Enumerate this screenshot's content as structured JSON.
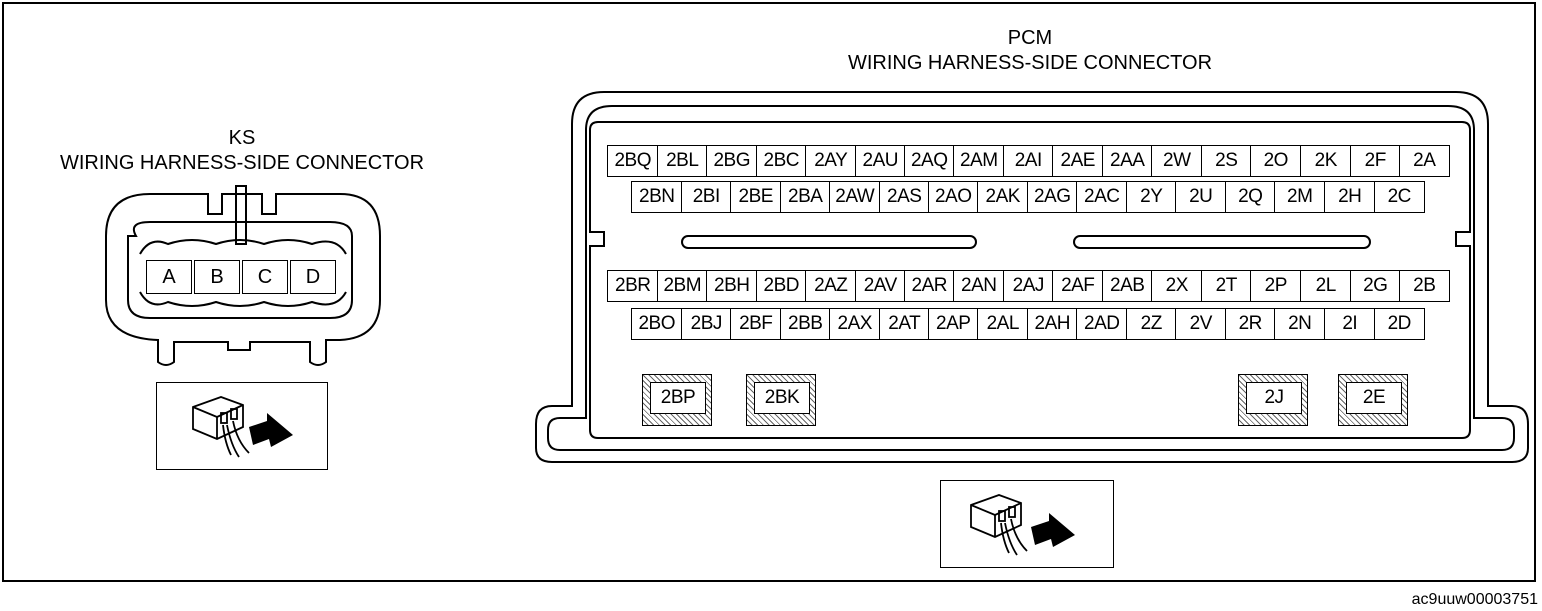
{
  "ks": {
    "title_line1": "KS",
    "title_line2": "WIRING HARNESS-SIDE CONNECTOR",
    "terminals": [
      "A",
      "B",
      "C",
      "D"
    ]
  },
  "pcm": {
    "title_line1": "PCM",
    "title_line2": "WIRING HARNESS-SIDE CONNECTOR",
    "upper_row1": [
      "2BQ",
      "2BL",
      "2BG",
      "2BC",
      "2AY",
      "2AU",
      "2AQ",
      "2AM",
      "2AI",
      "2AE",
      "2AA",
      "2W",
      "2S",
      "2O",
      "2K",
      "2F",
      "2A"
    ],
    "upper_row2": [
      "2BN",
      "2BI",
      "2BE",
      "2BA",
      "2AW",
      "2AS",
      "2AO",
      "2AK",
      "2AG",
      "2AC",
      "2Y",
      "2U",
      "2Q",
      "2M",
      "2H",
      "2C"
    ],
    "lower_row1": [
      "2BR",
      "2BM",
      "2BH",
      "2BD",
      "2AZ",
      "2AV",
      "2AR",
      "2AN",
      "2AJ",
      "2AF",
      "2AB",
      "2X",
      "2T",
      "2P",
      "2L",
      "2G",
      "2B"
    ],
    "lower_row2": [
      "2BO",
      "2BJ",
      "2BF",
      "2BB",
      "2AX",
      "2AT",
      "2AP",
      "2AL",
      "2AH",
      "2AD",
      "2Z",
      "2V",
      "2R",
      "2N",
      "2I",
      "2D"
    ],
    "hatched_terminals": [
      "2BP",
      "2BK",
      "2J",
      "2E"
    ]
  },
  "figure_id": "ac9uuw00003751",
  "icons": [
    "harness-side-view-icon",
    "harness-side-view-icon"
  ]
}
